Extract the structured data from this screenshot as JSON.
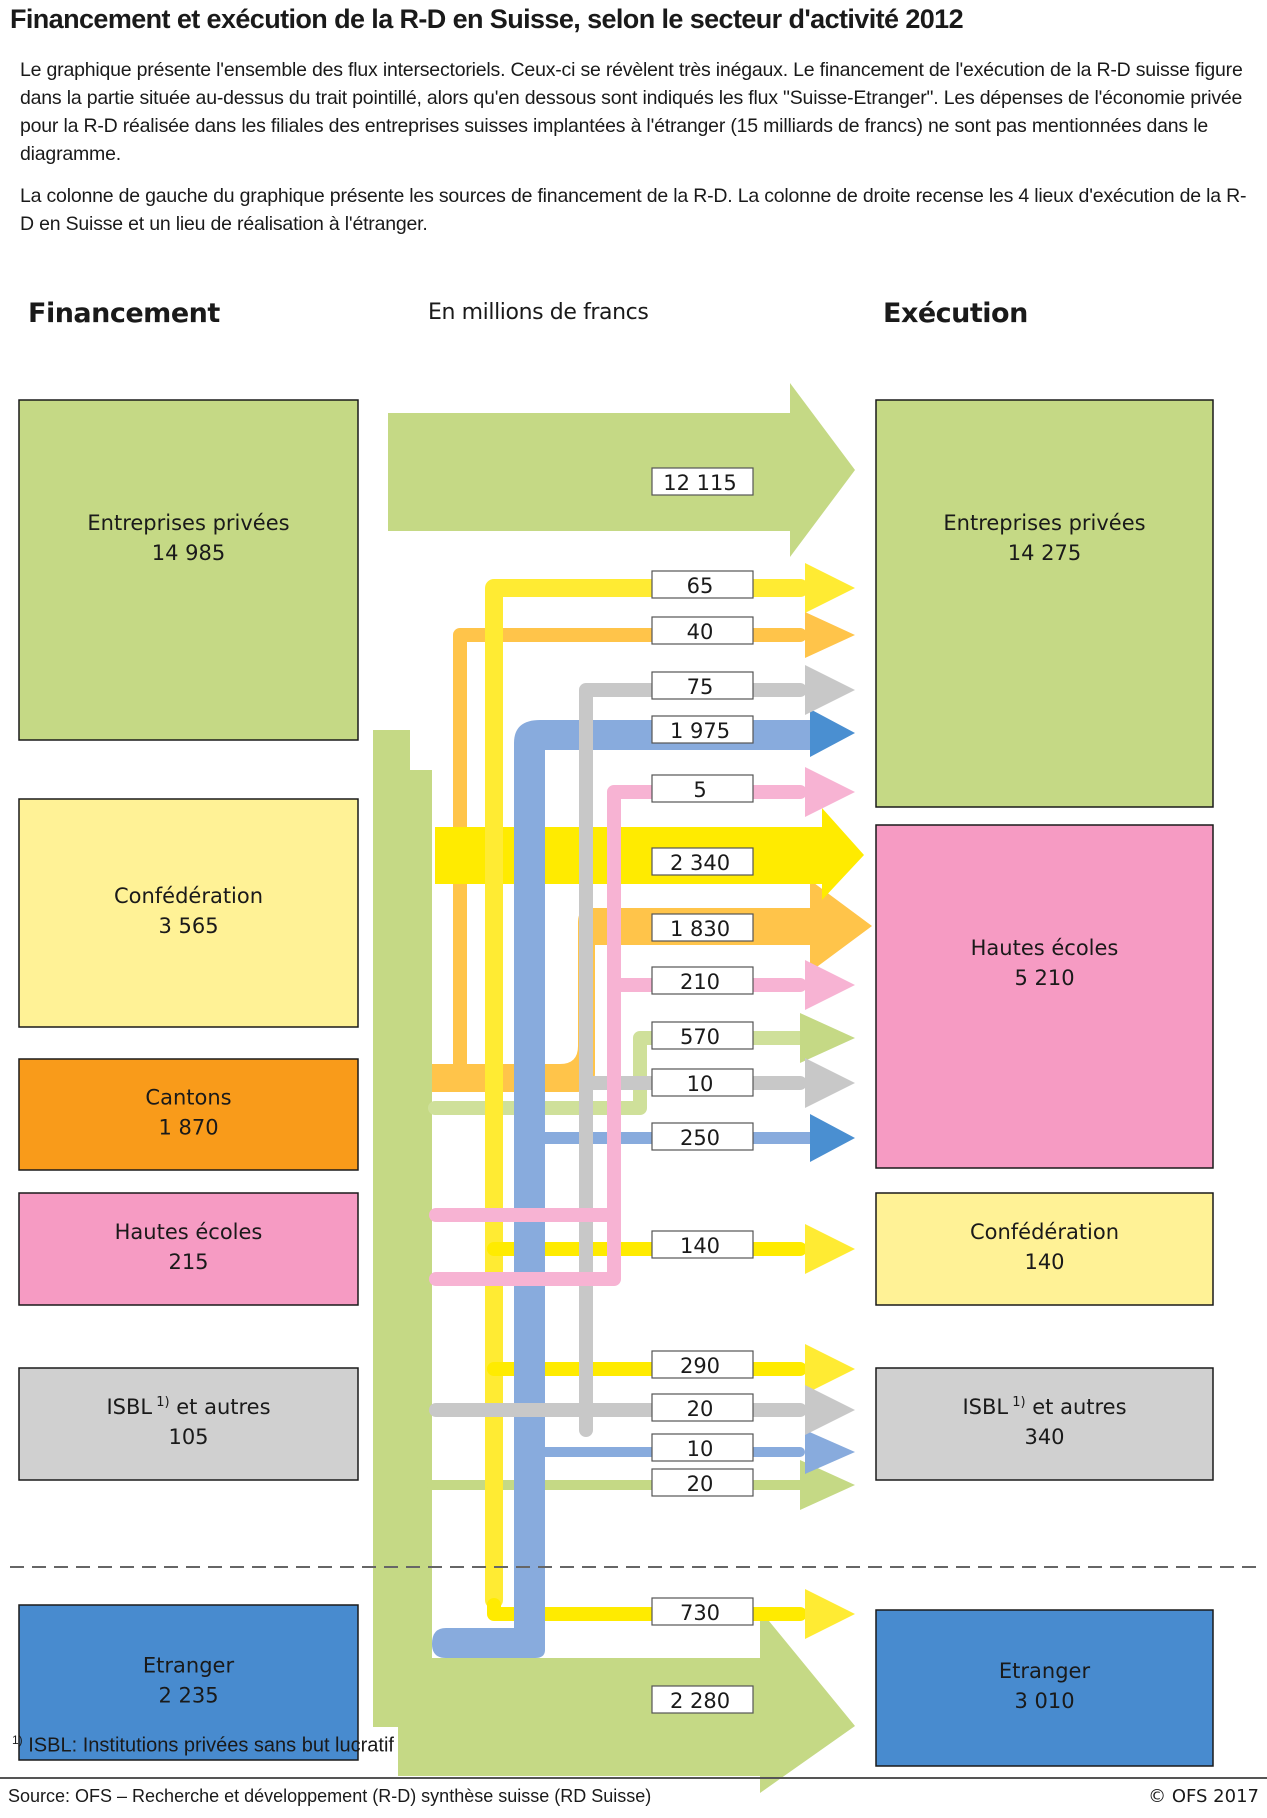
{
  "header": {
    "title": "Financement et exécution de la R-D en Suisse, selon le secteur d'activité 2012",
    "intro_paragraphs": [
      "Le graphique présente l'ensemble des flux intersectoriels. Ceux-ci se révèlent très inégaux. Le financement de l'exécution de la R-D suisse figure dans la partie située au-dessus du trait pointillé, alors qu'en dessous sont indiqués les flux \"Suisse-Etranger\". Les dépenses de l'économie privée pour la R-D réalisée dans les filiales des entreprises suisses implantées à l'étranger (15 milliards de francs) ne sont pas mentionnées dans le diagramme.",
      "La colonne de gauche du graphique présente les sources de financement de la R-D. La colonne de droite recense les 4 lieux d'exécution de la R-D en Suisse et un lieu de réalisation à l'étranger."
    ]
  },
  "columns": {
    "left_title": "Financement",
    "unit": "En millions de francs",
    "right_title": "Exécution"
  },
  "colors": {
    "entreprises": "#c5d985",
    "confederation": "#fff296",
    "cantons": "#f99b1a",
    "hautes_ecoles": "#f69bc3",
    "isbl": "#d0d0d0",
    "etranger": "#488bcf",
    "flow_green": "#c5d985",
    "flow_yellow": "#ffeb00",
    "flow_orange": "#ffc44a",
    "flow_gray": "#c8c8c8",
    "flow_pink": "#f7b3d3",
    "flow_blue": "#88abdd",
    "flow_blue_head": "#4a8fd1"
  },
  "chart_data": {
    "type": "sankey",
    "title": "Financement et exécution de la R-D en Suisse, selon le secteur d'activité 2012",
    "unit": "En millions de francs",
    "sources": [
      {
        "id": "entreprises",
        "label": "Entreprises privées",
        "value": "14 985"
      },
      {
        "id": "confederation",
        "label": "Confédération",
        "value": "3 565"
      },
      {
        "id": "cantons",
        "label": "Cantons",
        "value": "1 870"
      },
      {
        "id": "hautes_ecoles",
        "label": "Hautes écoles",
        "value": "215"
      },
      {
        "id": "isbl",
        "label": "ISBL",
        "sup": "1)",
        "label_suffix": "et autres",
        "value": "105"
      },
      {
        "id": "etranger",
        "label": "Etranger",
        "value": "2 235"
      }
    ],
    "targets": [
      {
        "id": "entreprises",
        "label": "Entreprises privées",
        "value": "14 275"
      },
      {
        "id": "hautes_ecoles",
        "label": "Hautes écoles",
        "value": "5 210"
      },
      {
        "id": "confederation",
        "label": "Confédération",
        "value": "140"
      },
      {
        "id": "isbl",
        "label": "ISBL",
        "sup": "1)",
        "label_suffix": "et autres",
        "value": "340"
      },
      {
        "id": "etranger",
        "label": "Etranger",
        "value": "3 010"
      }
    ],
    "flows": [
      {
        "from": "entreprises",
        "to": "entreprises",
        "value": 12115,
        "label": "12 115"
      },
      {
        "from": "confederation",
        "to": "entreprises",
        "value": 65,
        "label": "65"
      },
      {
        "from": "cantons",
        "to": "entreprises",
        "value": 40,
        "label": "40"
      },
      {
        "from": "isbl",
        "to": "entreprises",
        "value": 75,
        "label": "75"
      },
      {
        "from": "etranger",
        "to": "entreprises",
        "value": 1975,
        "label": "1 975"
      },
      {
        "from": "hautes_ecoles",
        "to": "entreprises",
        "value": 5,
        "label": "5"
      },
      {
        "from": "confederation",
        "to": "hautes_ecoles",
        "value": 2340,
        "label": "2 340"
      },
      {
        "from": "cantons",
        "to": "hautes_ecoles",
        "value": 1830,
        "label": "1 830"
      },
      {
        "from": "hautes_ecoles",
        "to": "hautes_ecoles",
        "value": 210,
        "label": "210"
      },
      {
        "from": "entreprises",
        "to": "hautes_ecoles",
        "value": 570,
        "label": "570"
      },
      {
        "from": "isbl",
        "to": "hautes_ecoles",
        "value": 10,
        "label": "10"
      },
      {
        "from": "etranger",
        "to": "hautes_ecoles",
        "value": 250,
        "label": "250"
      },
      {
        "from": "confederation",
        "to": "confederation",
        "value": 140,
        "label": "140"
      },
      {
        "from": "confederation",
        "to": "isbl",
        "value": 290,
        "label": "290"
      },
      {
        "from": "isbl",
        "to": "isbl",
        "value": 20,
        "label": "20"
      },
      {
        "from": "etranger",
        "to": "isbl",
        "value": 10,
        "label": "10"
      },
      {
        "from": "entreprises",
        "to": "isbl",
        "value": 20,
        "label": "20"
      },
      {
        "from": "confederation",
        "to": "etranger",
        "value": 730,
        "label": "730"
      },
      {
        "from": "entreprises",
        "to": "etranger",
        "value": 2280,
        "label": "2 280"
      }
    ]
  },
  "footer": {
    "footnote_mark": "1)",
    "footnote_text": "ISBL: Institutions privées sans but lucratif",
    "source": "Source: OFS – Recherche et développement (R-D) synthèse suisse (RD Suisse)",
    "copyright": "© OFS 2017"
  }
}
